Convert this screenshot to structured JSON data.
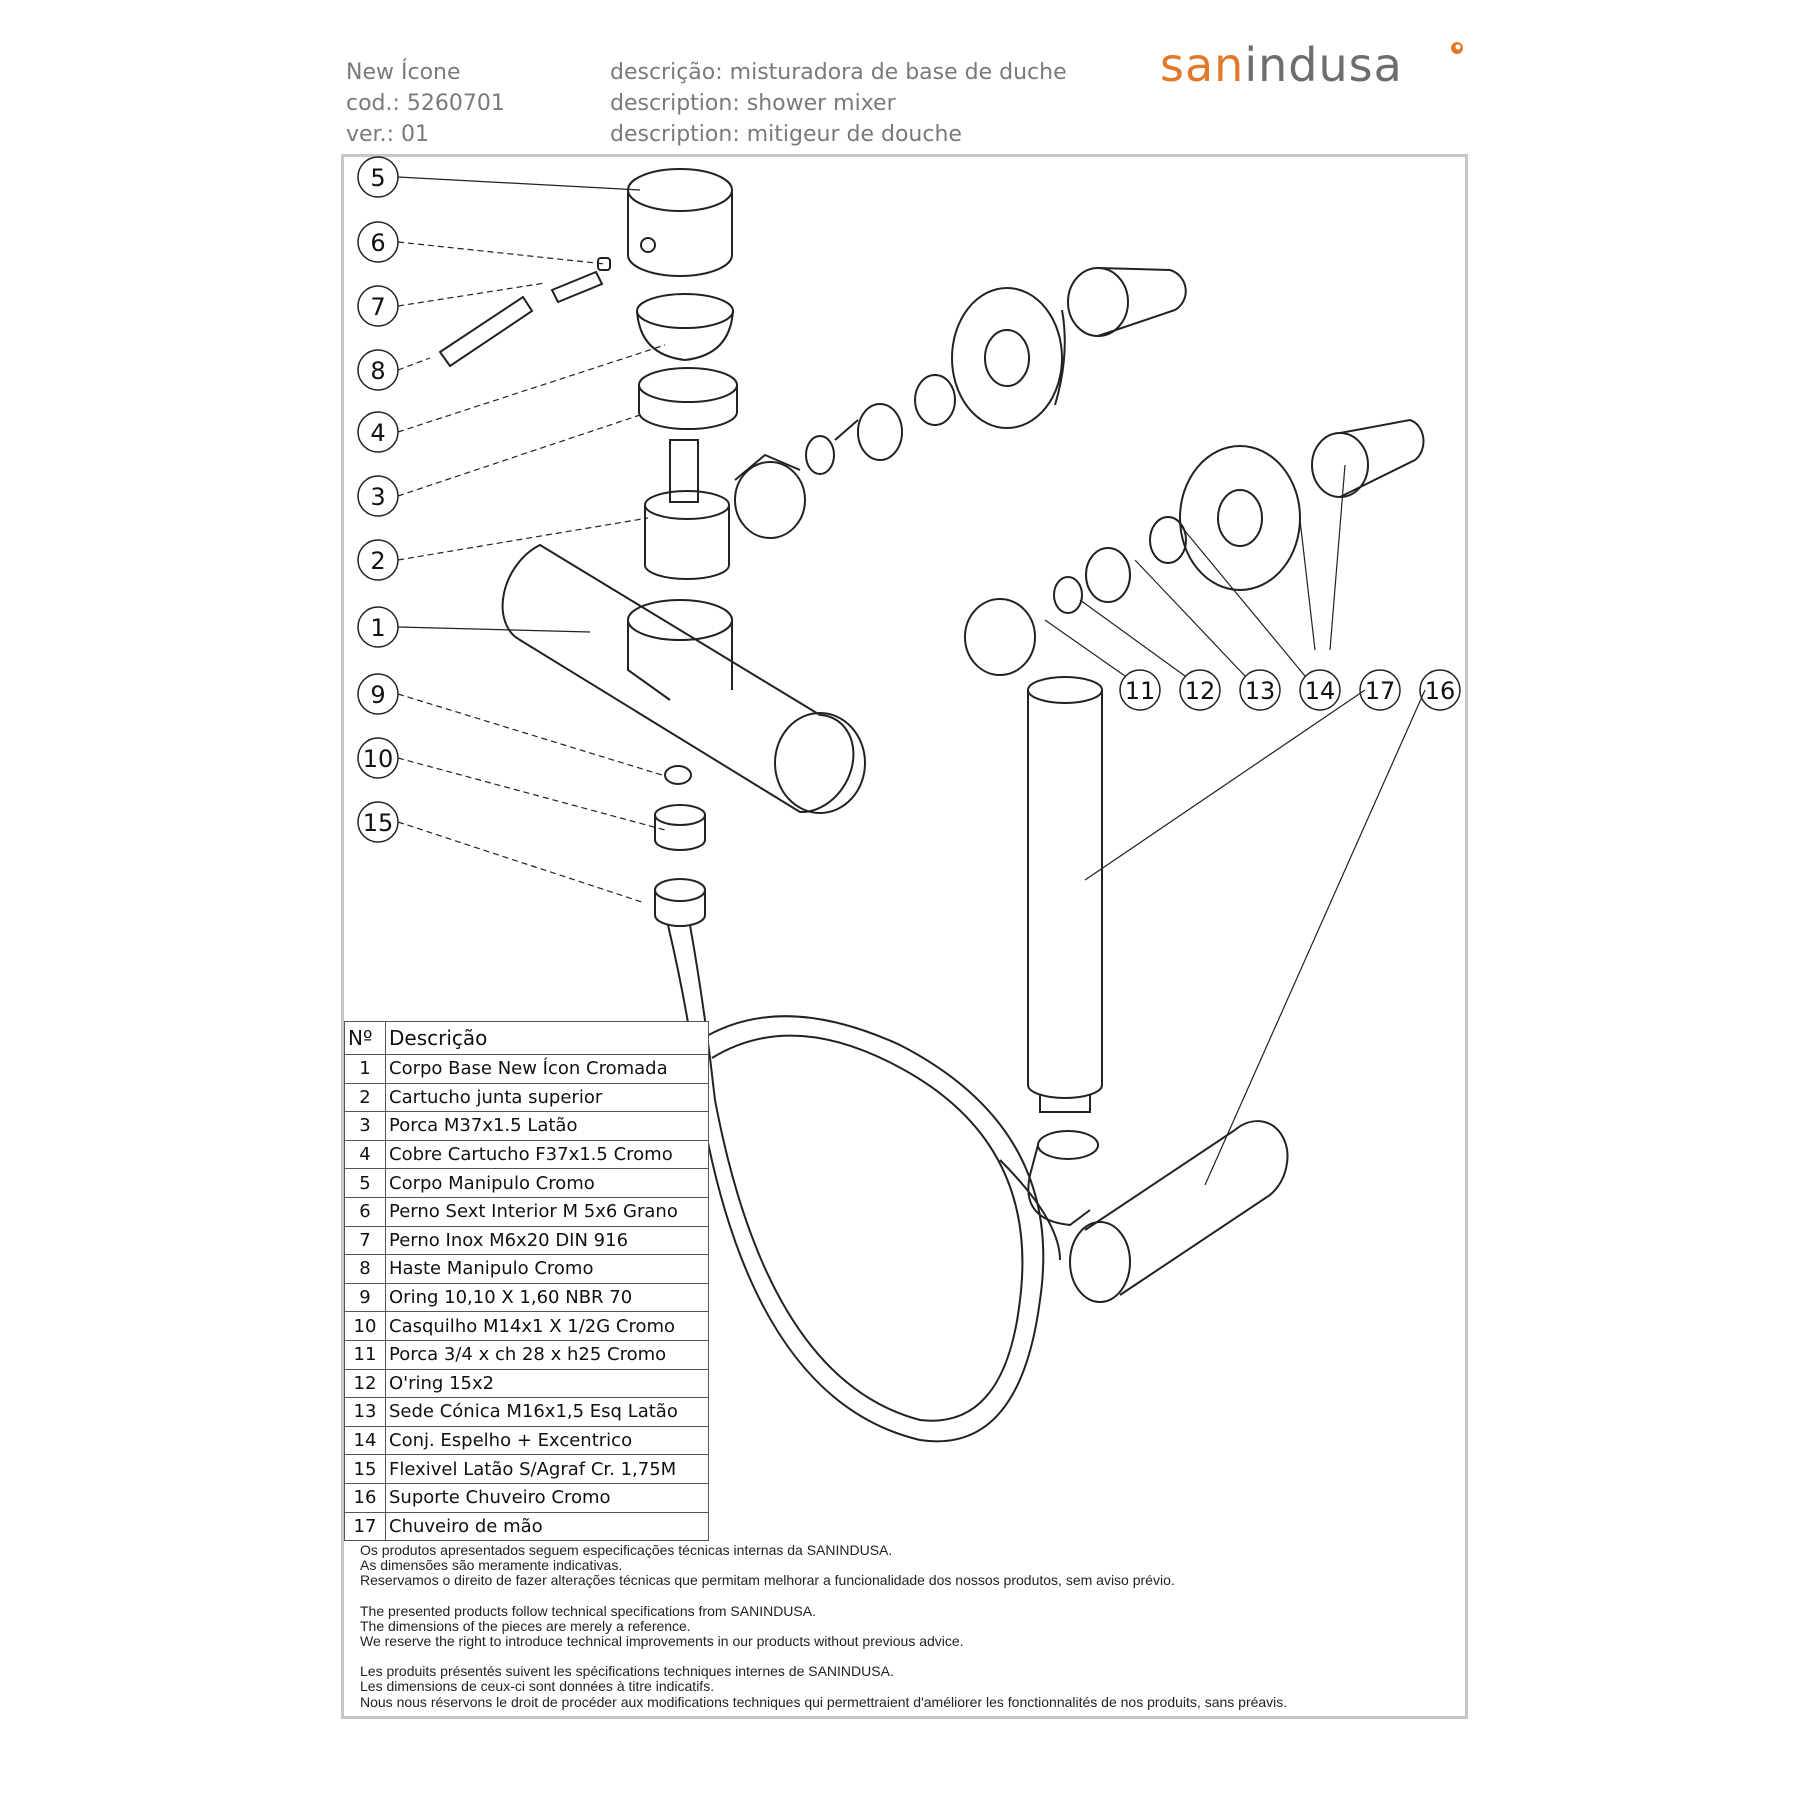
{
  "header": {
    "product": "New Ícone",
    "code": "cod.: 5260701",
    "version": "ver.: 01",
    "desc_pt": "descrição: misturadora de base de duche",
    "desc_en": "description: shower mixer",
    "desc_fr": "description: mitigeur de douche"
  },
  "brand": {
    "part1": "san",
    "part2": "indusa",
    "accent": "#e2782a",
    "gray": "#6d6d6d"
  },
  "callouts": [
    "5",
    "6",
    "7",
    "8",
    "4",
    "3",
    "2",
    "1",
    "9",
    "10",
    "15",
    "11",
    "12",
    "13",
    "14",
    "17",
    "16"
  ],
  "table": {
    "col_no": "Nº",
    "col_desc": "Descrição",
    "rows": [
      {
        "no": "1",
        "desc": "Corpo Base New Ícon Cromada"
      },
      {
        "no": "2",
        "desc": "Cartucho junta superior"
      },
      {
        "no": "3",
        "desc": "Porca M37x1.5 Latão"
      },
      {
        "no": "4",
        "desc": "Cobre Cartucho F37x1.5 Cromo"
      },
      {
        "no": "5",
        "desc": "Corpo Manipulo Cromo"
      },
      {
        "no": "6",
        "desc": "Perno Sext Interior M 5x6 Grano"
      },
      {
        "no": "7",
        "desc": "Perno Inox M6x20 DIN 916"
      },
      {
        "no": "8",
        "desc": "Haste Manipulo Cromo"
      },
      {
        "no": "9",
        "desc": "Oring 10,10 X 1,60 NBR 70"
      },
      {
        "no": "10",
        "desc": "Casquilho M14x1 X 1/2G Cromo"
      },
      {
        "no": "11",
        "desc": "Porca 3/4 x ch 28 x h25 Cromo"
      },
      {
        "no": "12",
        "desc": "O'ring 15x2"
      },
      {
        "no": "13",
        "desc": "Sede Cónica M16x1,5 Esq Latão"
      },
      {
        "no": "14",
        "desc": "Conj. Espelho + Excentrico"
      },
      {
        "no": "15",
        "desc": "Flexivel Latão S/Agraf Cr. 1,75M"
      },
      {
        "no": "16",
        "desc": "Suporte Chuveiro Cromo"
      },
      {
        "no": "17",
        "desc": "Chuveiro de mão"
      }
    ]
  },
  "notes": {
    "pt": [
      "Os produtos apresentados seguem especificações técnicas internas da SANINDUSA.",
      "As dimensões são meramente indicativas.",
      "Reservamos o direito de fazer alterações técnicas que permitam melhorar a funcionalidade dos nossos produtos, sem aviso prévio."
    ],
    "en": [
      "The presented products follow technical specifications from SANINDUSA.",
      "The dimensions of the pieces are merely a reference.",
      "We reserve the right to introduce technical improvements in our products without previous advice."
    ],
    "fr": [
      "Les produits présentés suivent les spécifications techniques internes de SANINDUSA.",
      "Les dimensions de ceux-ci sont données à titre indicatifs.",
      "Nous nous réservons le droit de procéder aux modifications techniques qui permettraient d'améliorer les fonctionnalités de nos produits, sans préavis."
    ]
  }
}
